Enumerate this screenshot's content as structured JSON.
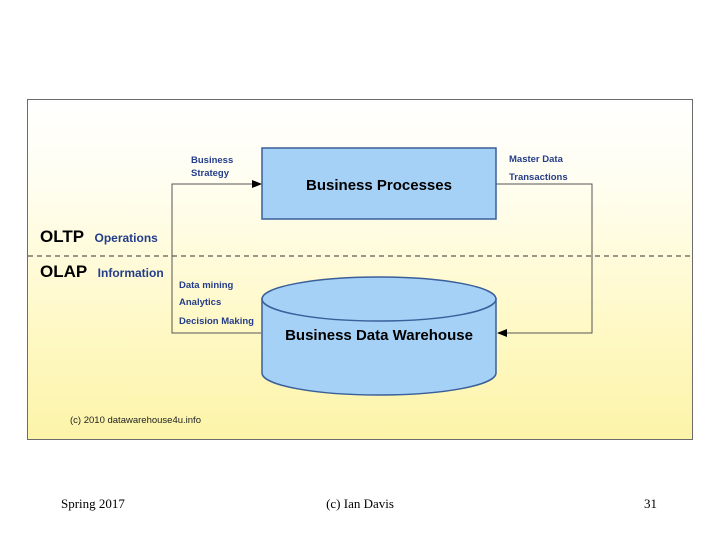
{
  "diagram": {
    "oltp_label": "OLTP",
    "oltp_sub": "Operations",
    "olap_label": "OLAP",
    "olap_sub": "Information",
    "process_box": "Business Processes",
    "warehouse": "Business Data Warehouse",
    "strategy_lines": [
      "Business",
      "Strategy"
    ],
    "master_data": "Master Data",
    "transactions": "Transactions",
    "info_uses": [
      "Data mining",
      "Analytics",
      "Decision Making"
    ],
    "copyright": "(c) 2010 datawarehouse4u.info"
  },
  "footer": {
    "left": "Spring 2017",
    "center": "(c) Ian Davis",
    "right": "31"
  },
  "colors": {
    "box_fill": "#a6d1f7",
    "box_stroke": "#3a5f9a",
    "sub_label": "#243d8a",
    "line": "#555555"
  }
}
